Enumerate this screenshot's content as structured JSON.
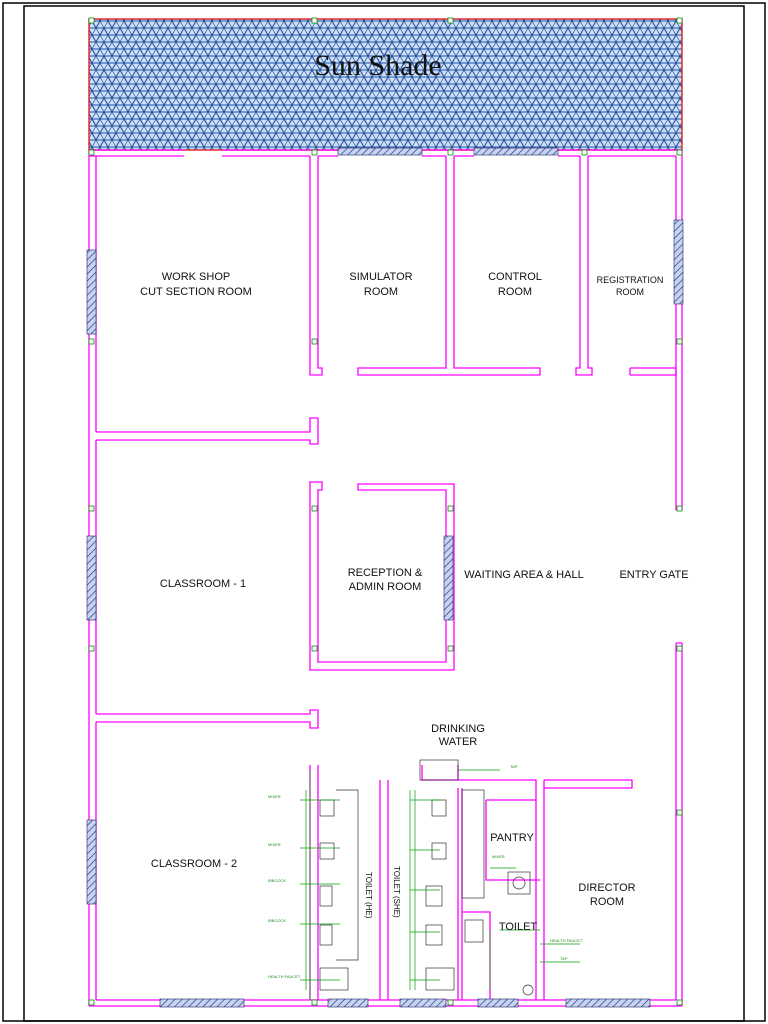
{
  "plan": {
    "title": "Sun Shade",
    "rooms": {
      "workshop_line1": "WORK SHOP",
      "workshop_line2": "CUT SECTION ROOM",
      "simulator_line1": "SIMULATOR",
      "simulator_line2": "ROOM",
      "control_line1": "CONTROL",
      "control_line2": "ROOM",
      "registration_line1": "REGISTRATION",
      "registration_line2": "ROOM",
      "classroom1": "CLASSROOM - 1",
      "reception_line1": "RECEPTION &",
      "reception_line2": "ADMIN ROOM",
      "waiting": "WAITING AREA & HALL",
      "entry": "ENTRY GATE",
      "drinking_line1": "DRINKING",
      "drinking_line2": "WATER",
      "classroom2": "CLASSROOM - 2",
      "pantry": "PANTRY",
      "toilet": "TOILET",
      "toilet_he": "TOILET (HE)",
      "toilet_she": "TOILET (SHE)",
      "director_line1": "DIRECTOR",
      "director_line2": "ROOM"
    },
    "colors": {
      "wall": "#ff00ff",
      "hatch": "#1f3f8f",
      "sunshade_border": "#e02020",
      "column": "#0a8a0a"
    }
  }
}
